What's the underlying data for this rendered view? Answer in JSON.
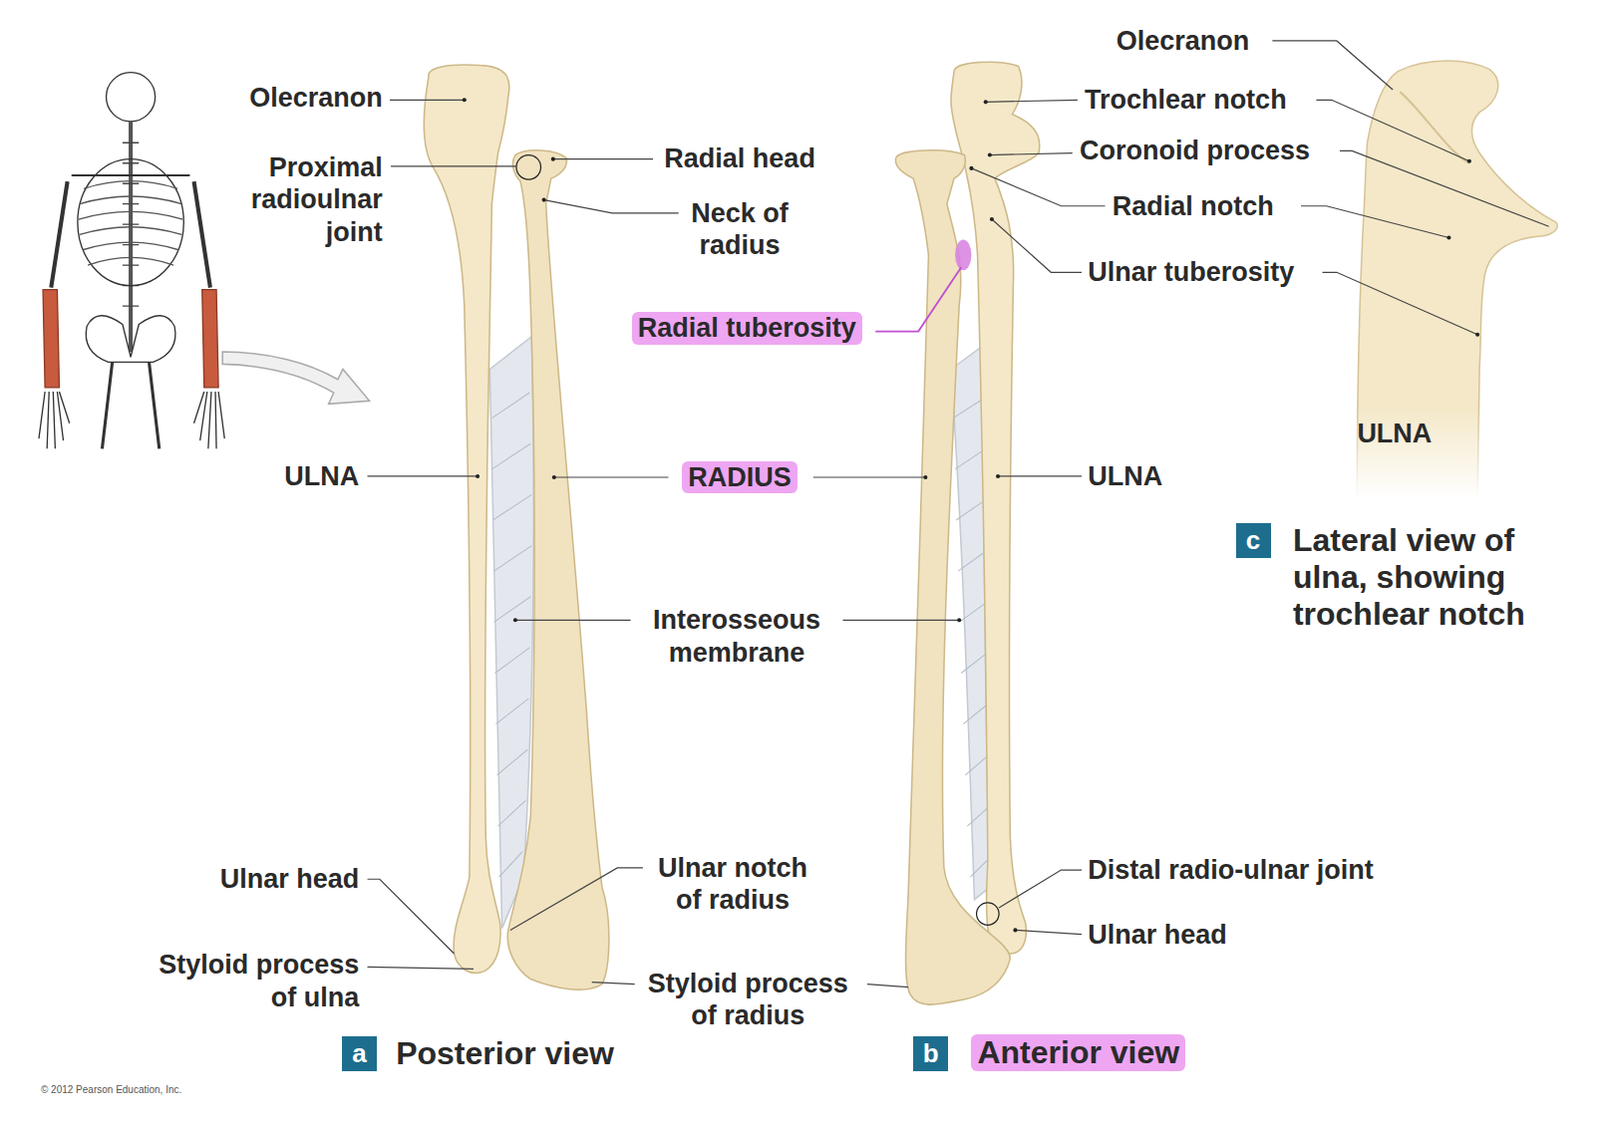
{
  "diagram": {
    "nodes": [
      {
        "text": [
          "a"
        ]
      },
      {
        "text": [
          "b"
        ]
      },
      {
        "text": [
          "c"
        ]
      }
    ],
    "labels": [
      "Olecranon",
      "Proximal radioulnar joint",
      "Radial head",
      "Neck of radius",
      "Radial tuberosity",
      "ULNA",
      "RADIUS",
      "ULNA",
      "Interosseous membrane",
      "Ulnar head",
      "Ulnar notch of radius",
      "Styloid process of ulna",
      "Styloid process of radius",
      "Distal radio-ulnar joint",
      "Ulnar head",
      "Olecranon",
      "Trochlear notch",
      "Coronoid process",
      "Radial notch",
      "Ulnar tuberosity",
      "ULNA",
      "Lateral view of ulna, showing trochlear notch",
      "Posterior view",
      "Anterior view",
      "© 2012 Pearson Education, Inc."
    ]
  }
}
